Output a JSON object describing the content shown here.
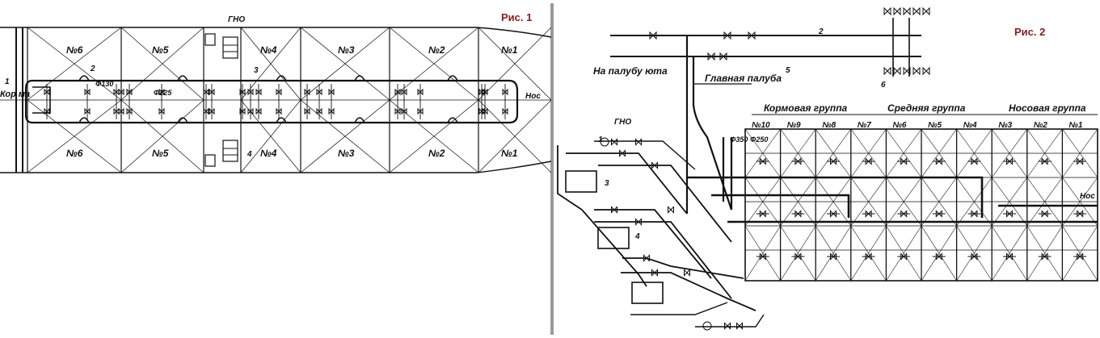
{
  "figure1": {
    "caption": "Рис. 1",
    "pump_room": "ГНО",
    "stern": "Кор ма",
    "bow": "Нос",
    "tanks_top": [
      "№6",
      "№5",
      "№4",
      "№3",
      "№2",
      "№1"
    ],
    "tanks_bottom": [
      "№6",
      "№5",
      "№4",
      "№3",
      "№2",
      "№1"
    ],
    "pipe_dims": [
      "Φ130",
      "Φ225"
    ],
    "callouts": [
      "1",
      "2",
      "3",
      "4"
    ]
  },
  "figure2": {
    "caption": "Рис. 2",
    "pump_room": "ГНО",
    "label_poop_deck": "На палубу юта",
    "label_main_deck": "Главная палуба",
    "bow": "Нос",
    "groups": [
      "Кормовая группа",
      "Средняя группа",
      "Носовая группа"
    ],
    "tanks": [
      "№10",
      "№9",
      "№8",
      "№7",
      "№6",
      "№5",
      "№4",
      "№3",
      "№2",
      "№1"
    ],
    "pipe_dims": [
      "Φ350",
      "Φ250"
    ],
    "callouts": [
      "1",
      "2",
      "3",
      "4",
      "5",
      "6"
    ]
  },
  "colors": {
    "ink": "#111111",
    "caption": "#8b1a1a",
    "divider": "#9a9a9a"
  }
}
